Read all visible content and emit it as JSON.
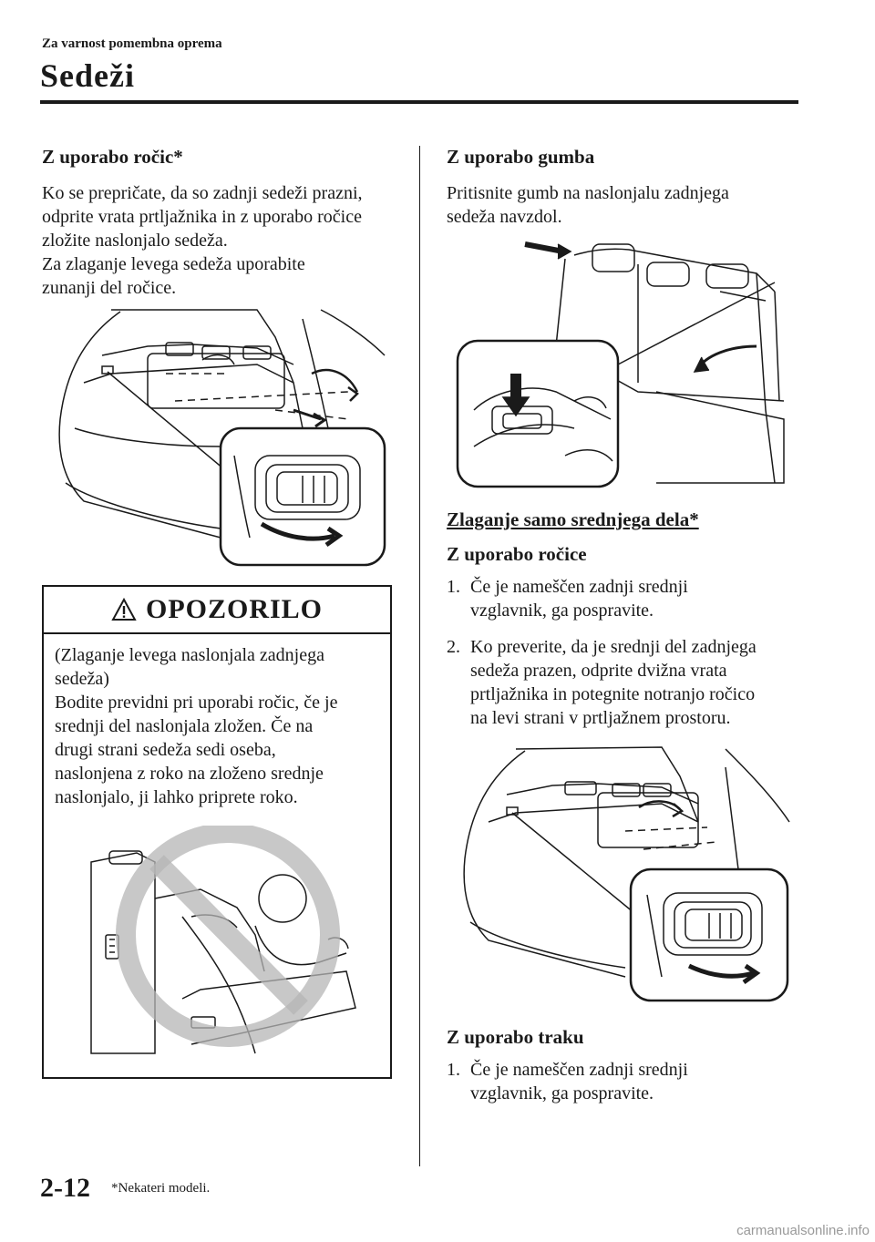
{
  "header": {
    "section_label": "Za varnost pomembna oprema",
    "title": "Sedeži"
  },
  "left": {
    "heading": "Z uporabo ročic*",
    "para_lines": [
      "Ko se prepričate, da so zadnji sedeži prazni,",
      "odprite vrata prtljažnika in z uporabo ročice",
      "zložite naslonjalo sedeža.",
      "Za zlaganje levega sedeža uporabite",
      "zunanji del ročice."
    ],
    "warning": {
      "title": "OPOZORILO",
      "lines": [
        "(Zlaganje levega naslonjala zadnjega",
        "sedeža)",
        "Bodite previdni pri uporabi ročic, če je",
        "srednji del naslonjala zložen. Če na",
        "drugi strani sedeža sedi oseba,",
        "naslonjena z roko na zloženo srednje",
        "naslonjalo, ji lahko priprete roko."
      ]
    }
  },
  "right": {
    "heading1": "Z uporabo gumba",
    "para1_lines": [
      "Pritisnite gumb na naslonjalu zadnjega",
      "sedeža navzdol."
    ],
    "subsection": "Zlaganje samo srednjega dela*",
    "heading2": "Z uporabo ročice",
    "steps": [
      {
        "num": "1.",
        "lines": [
          "Če je nameščen zadnji srednji",
          "vzglavnik, ga pospravite."
        ]
      },
      {
        "num": "2.",
        "lines": [
          "Ko preverite, da je srednji del zadnjega",
          "sedeža prazen, odprite dvižna vrata",
          "prtljažnika in potegnite notranjo ročico",
          "na levi strani v prtljažnem prostoru."
        ]
      }
    ],
    "heading3": "Z uporabo traku",
    "steps2": [
      {
        "num": "1.",
        "lines": [
          "Če je nameščen zadnji srednji",
          "vzglavnik, ga pospravite."
        ]
      }
    ]
  },
  "footer": {
    "page_number": "2-12",
    "note": "*Nekateri modeli."
  },
  "watermark": "carmanualsonline.info",
  "colors": {
    "text": "#1a1a1a",
    "watermark": "#9a9a9a"
  },
  "icons": [
    "warning-triangle-icon"
  ]
}
